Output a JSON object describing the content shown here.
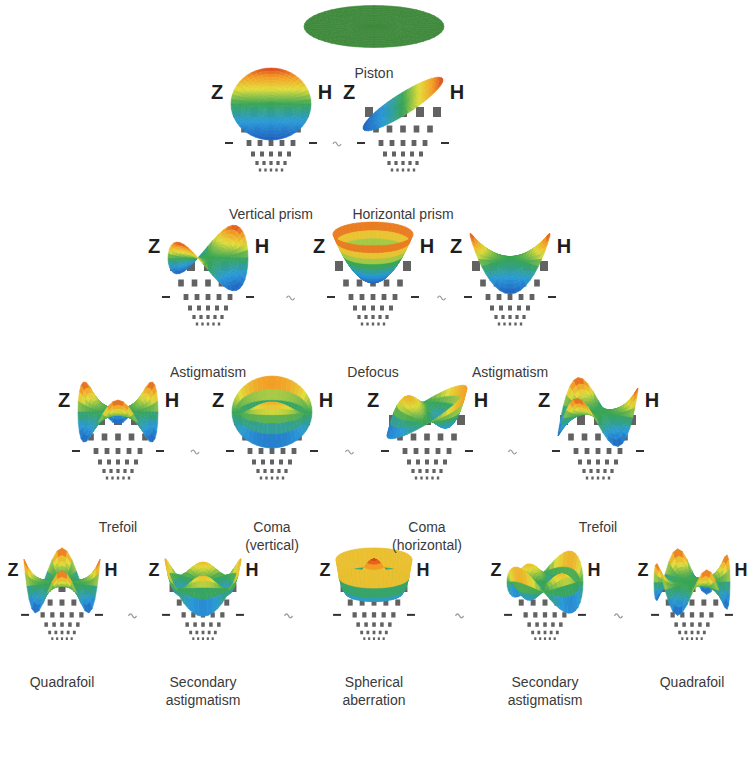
{
  "diagram": {
    "nodes": [
      {
        "text": [
          "Piston"
        ]
      },
      {
        "text": [
          "Vertical prism"
        ]
      },
      {
        "text": [
          "Horizontal prism"
        ]
      },
      {
        "text": [
          "Astigmatism"
        ]
      },
      {
        "text": [
          "Defocus"
        ]
      },
      {
        "text": [
          "Astigmatism"
        ]
      },
      {
        "text": [
          "Trefoil"
        ]
      },
      {
        "text": [
          "Coma (vertical)"
        ]
      },
      {
        "text": [
          "Coma (horizontal)"
        ]
      },
      {
        "text": [
          "Trefoil"
        ]
      },
      {
        "text": [
          "Quadrafoil"
        ]
      },
      {
        "text": [
          "Secondary astigmatism"
        ]
      },
      {
        "text": [
          "Spherical aberration"
        ]
      },
      {
        "text": [
          "Secondary astigmatism"
        ]
      },
      {
        "text": [
          "Quadrafoil"
        ]
      }
    ],
    "labels": [
      "Z",
      "H",
      "Z",
      "H",
      "Z",
      "H",
      "Z",
      "H",
      "Z",
      "H",
      "Z",
      "H",
      "Z",
      "H",
      "Z",
      "H",
      "Z",
      "H",
      "Z",
      "H",
      "Z",
      "H",
      "Z",
      "H",
      "Z",
      "H",
      "Z",
      "H"
    ]
  }
}
